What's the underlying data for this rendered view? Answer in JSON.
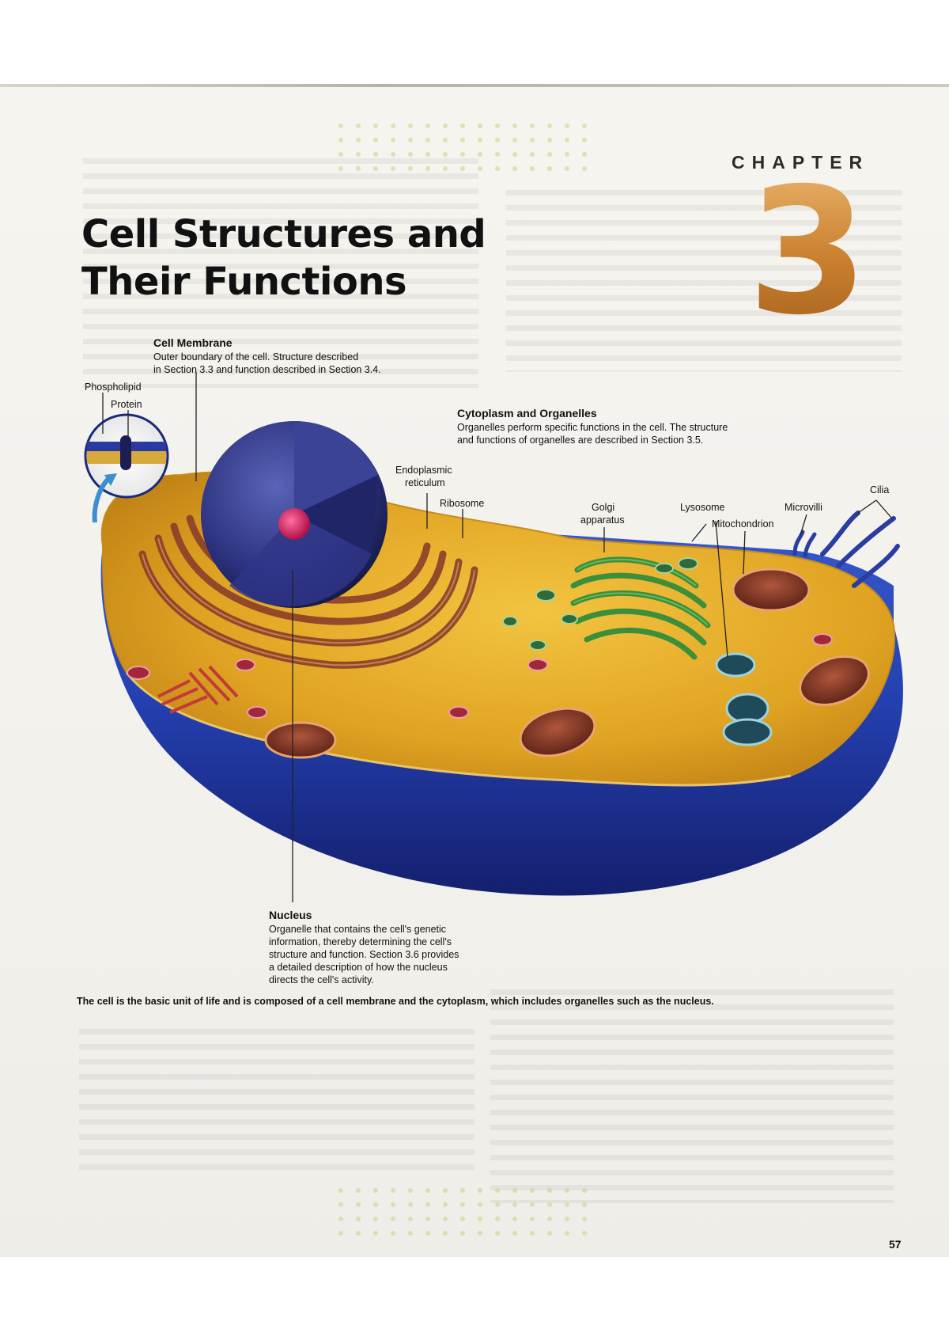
{
  "chapter": {
    "label": "CHAPTER",
    "number": "3"
  },
  "title": {
    "line1": "Cell Structures and",
    "line2": "Their Functions"
  },
  "labels": {
    "cell_membrane": {
      "title": "Cell Membrane",
      "line1": "Outer boundary of the cell. Structure described",
      "line2": "in Section 3.3 and function described in Section 3.4."
    },
    "phospholipid": "Phospholipid",
    "protein": "Protein",
    "cytoplasm": {
      "title": "Cytoplasm and Organelles",
      "line1": "Organelles perform specific functions in the cell. The structure",
      "line2": "and functions of organelles are described in Section 3.5."
    },
    "er": {
      "line1": "Endoplasmic",
      "line2": "reticulum"
    },
    "ribosome": "Ribosome",
    "golgi": {
      "line1": "Golgi",
      "line2": "apparatus"
    },
    "lysosome": "Lysosome",
    "mitochondrion": "Mitochondrion",
    "microvilli": "Microvilli",
    "cilia": "Cilia",
    "nucleus": {
      "title": "Nucleus",
      "line1": "Organelle that contains the cell's genetic",
      "line2": "information, thereby determining the cell's",
      "line3": "structure and function. Section 3.6 provides",
      "line4": "a detailed description of how the nucleus",
      "line5": "directs the cell's activity."
    }
  },
  "caption": "The cell is the basic unit of life and is composed of a cell membrane and the cytoplasm, which includes organelles such as the nucleus.",
  "page_number": "57",
  "colors": {
    "chapter_number": "#c88b3e",
    "cytoplasm": "#e0a322",
    "cell_base": "#243fa8",
    "nucleus": "#2a2f7a",
    "golgi": "#3b8f3a",
    "mitochondria": "#8b3a2a"
  }
}
